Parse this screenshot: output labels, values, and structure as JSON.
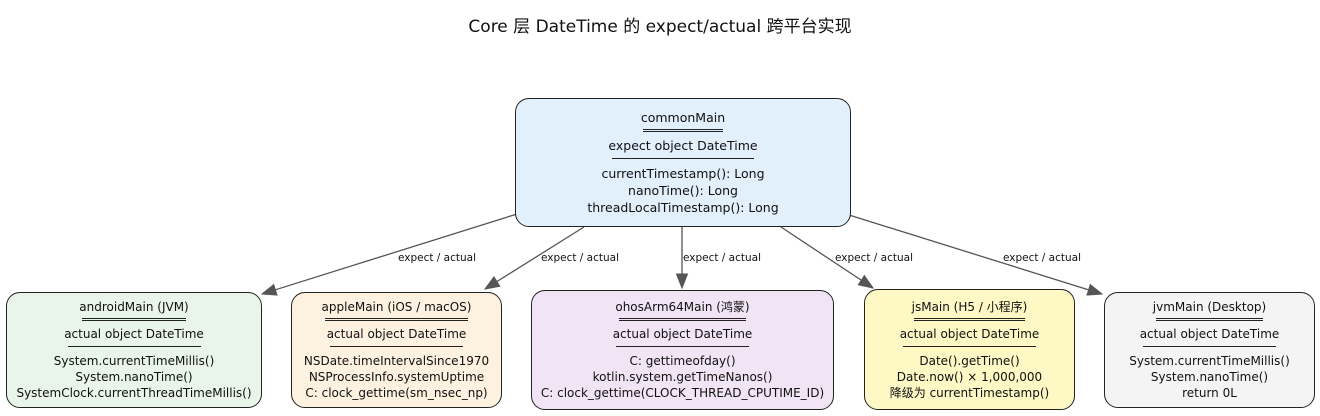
{
  "diagram": {
    "title": "Core 层 DateTime 的 expect/actual 跨平台实现",
    "root": {
      "name": "commonMain",
      "decl": "expect object DateTime",
      "members": [
        "currentTimestamp(): Long",
        "nanoTime(): Long",
        "threadLocalTimestamp(): Long"
      ],
      "fill": "#e2f0fc"
    },
    "edge_label": "expect / actual",
    "edge_color": "#555555",
    "targets": [
      {
        "name": "androidMain (JVM)",
        "decl": "actual object DateTime",
        "members": [
          "System.currentTimeMillis()",
          "System.nanoTime()",
          "SystemClock.currentThreadTimeMillis()"
        ],
        "fill": "#e8f5e8"
      },
      {
        "name": "appleMain (iOS / macOS)",
        "decl": "actual object DateTime",
        "members": [
          "NSDate.timeIntervalSince1970",
          "NSProcessInfo.systemUptime",
          "C: clock_gettime(sm_nsec_np)"
        ],
        "fill": "#fdf2e0"
      },
      {
        "name": "ohosArm64Main (鸿蒙)",
        "decl": "actual object DateTime",
        "members": [
          "C: gettimeofday()",
          "kotlin.system.getTimeNanos()",
          "C: clock_gettime(CLOCK_THREAD_CPUTIME_ID)"
        ],
        "fill": "#f1e4f5"
      },
      {
        "name": "jsMain (H5 / 小程序)",
        "decl": "actual object DateTime",
        "members": [
          "Date().getTime()",
          "Date.now() × 1,000,000",
          "降级为 currentTimestamp()"
        ],
        "fill": "#fdf8c4"
      },
      {
        "name": "jvmMain (Desktop)",
        "decl": "actual object DateTime",
        "members": [
          "System.currentTimeMillis()",
          "System.nanoTime()",
          "return 0L"
        ],
        "fill": "#f4f4f4"
      }
    ]
  }
}
